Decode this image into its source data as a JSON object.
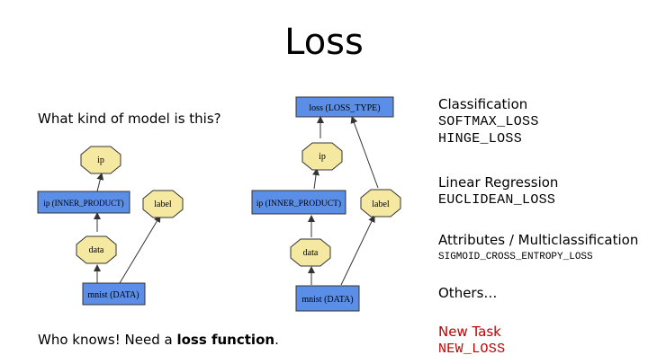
{
  "slide": {
    "title": "Loss",
    "question": "What kind of model is this?",
    "answer_prefix": "Who knows! Need a ",
    "answer_bold": "loss function",
    "answer_suffix": "."
  },
  "diagram_left": {
    "nodes": {
      "ip": "ip",
      "inner_product": "ip (INNER_PRODUCT)",
      "label": "label",
      "data": "data",
      "mnist": "mnist (DATA)"
    }
  },
  "diagram_right": {
    "nodes": {
      "loss": "loss (LOSS_TYPE)",
      "ip": "ip",
      "inner_product": "ip (INNER_PRODUCT)",
      "label": "label",
      "data": "data",
      "mnist": "mnist (DATA)"
    }
  },
  "sections": {
    "classification": {
      "heading": "Classification",
      "items": [
        "SOFTMAX_LOSS",
        "HINGE_LOSS"
      ]
    },
    "regression": {
      "heading": "Linear Regression",
      "items": [
        "EUCLIDEAN_LOSS"
      ]
    },
    "attributes": {
      "heading": "Attributes / Multiclassification",
      "items": [
        "SIGMOID_CROSS_ENTROPY_LOSS"
      ]
    },
    "others": {
      "heading": "Others…"
    },
    "new_task": {
      "heading": "New Task",
      "items": [
        "NEW_LOSS"
      ]
    }
  },
  "colors": {
    "blue_node": "#5b8ee6",
    "yellow_node": "#f5e8a0",
    "red_text": "#c00000"
  }
}
